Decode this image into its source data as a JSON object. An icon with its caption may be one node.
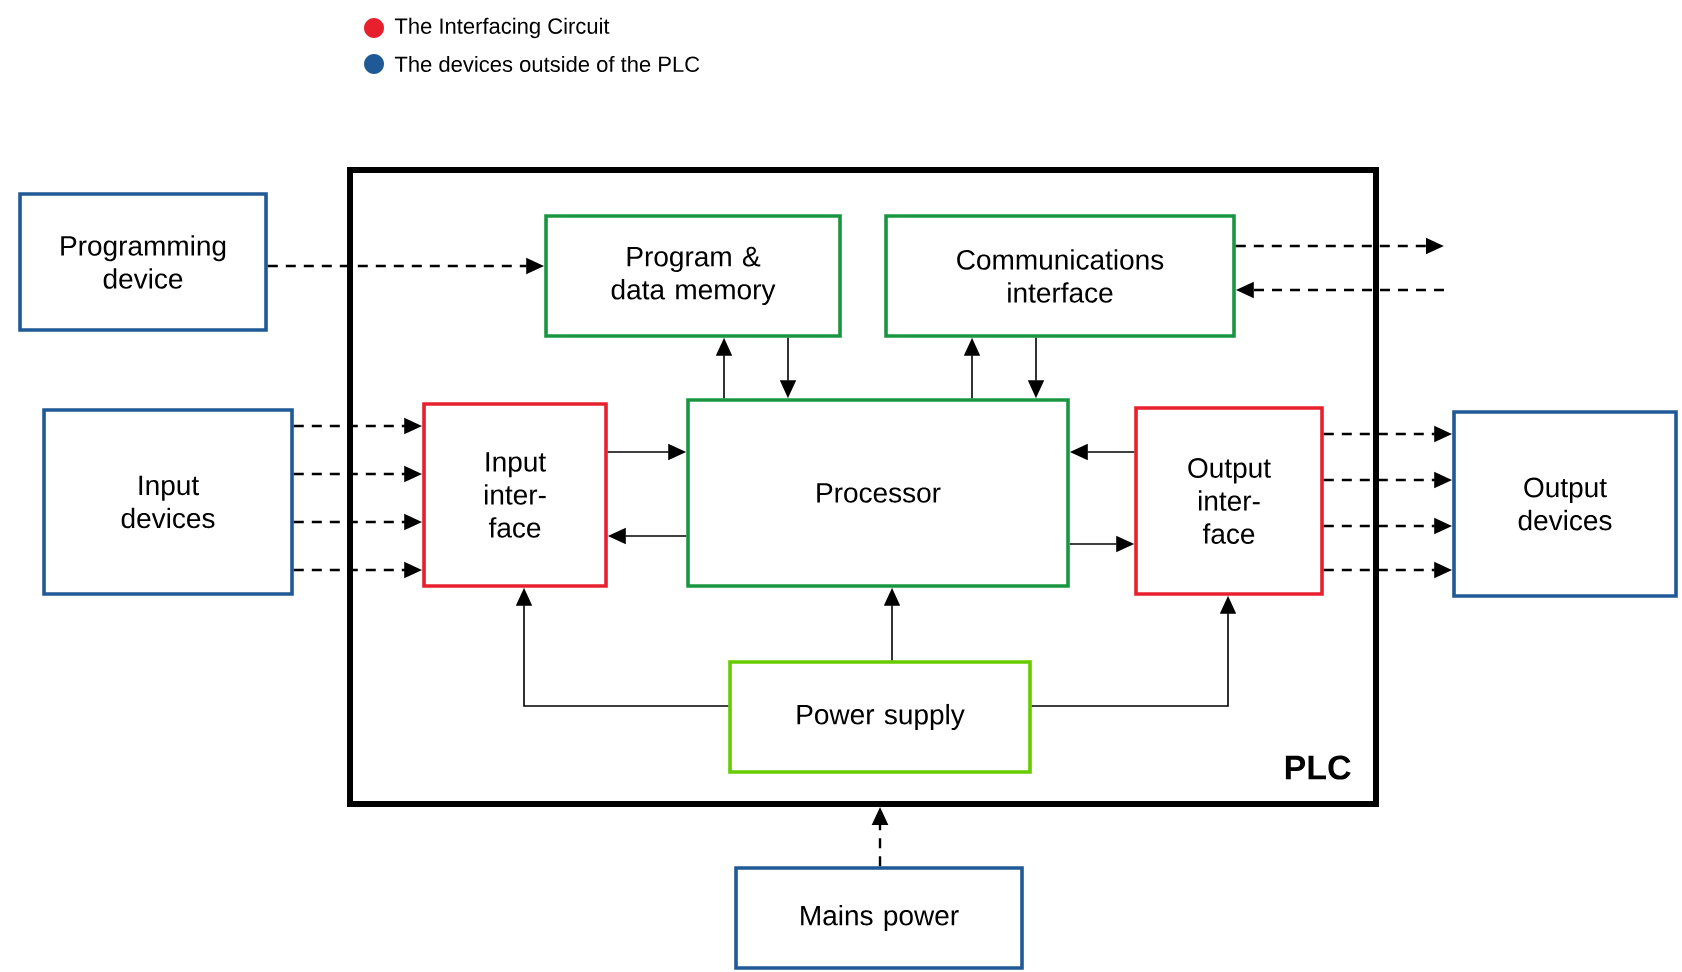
{
  "diagram": {
    "nodes": [
      {
        "text": [
          "PLC"
        ]
      },
      {
        "text": [
          "Programming device"
        ]
      },
      {
        "text": [
          "Program & data memory"
        ],
        "in": 0
      },
      {
        "text": [
          "Communications interface"
        ],
        "in": 0
      },
      {
        "text": [
          "Input devices"
        ]
      },
      {
        "text": [
          "Input inter- face"
        ],
        "in": 0
      },
      {
        "text": [
          "Processor"
        ],
        "in": 0
      },
      {
        "text": [
          "Output inter- face"
        ],
        "in": 0
      },
      {
        "text": [
          "Output devices"
        ]
      },
      {
        "text": [
          "Power supply"
        ],
        "in": 0
      },
      {
        "text": [
          "Mains power"
        ]
      }
    ],
    "edges": [
      {
        "from": 1,
        "to": 2,
        "arrow": "to",
        "style": "dashed"
      },
      {
        "from": 3,
        "to": null,
        "arrow": "to",
        "style": "dashed"
      },
      {
        "from": null,
        "to": 3,
        "arrow": "to",
        "style": "dashed"
      },
      {
        "from": 4,
        "to": 5,
        "arrow": "to",
        "style": "dashed"
      },
      {
        "from": 4,
        "to": 5,
        "arrow": "to",
        "style": "dashed"
      },
      {
        "from": 4,
        "to": 5,
        "arrow": "to",
        "style": "dashed"
      },
      {
        "from": 4,
        "to": 5,
        "arrow": "to",
        "style": "dashed"
      },
      {
        "from": 5,
        "to": 6,
        "arrow": "to"
      },
      {
        "from": 6,
        "to": 5,
        "arrow": "to"
      },
      {
        "from": 6,
        "to": 2,
        "arrow": "to"
      },
      {
        "from": 2,
        "to": 6,
        "arrow": "to"
      },
      {
        "from": 6,
        "to": 3,
        "arrow": "to"
      },
      {
        "from": 3,
        "to": 6,
        "arrow": "to"
      },
      {
        "from": 7,
        "to": 6,
        "arrow": "to"
      },
      {
        "from": 6,
        "to": 7,
        "arrow": "to"
      },
      {
        "from": 7,
        "to": 8,
        "arrow": "to",
        "style": "dashed"
      },
      {
        "from": 7,
        "to": 8,
        "arrow": "to",
        "style": "dashed"
      },
      {
        "from": 7,
        "to": 8,
        "arrow": "to",
        "style": "dashed"
      },
      {
        "from": 7,
        "to": 8,
        "arrow": "to",
        "style": "dashed"
      },
      {
        "from": 9,
        "to": 5,
        "arrow": "to"
      },
      {
        "from": 9,
        "to": 6,
        "arrow": "to"
      },
      {
        "from": 9,
        "to": 7,
        "arrow": "to"
      },
      {
        "from": 10,
        "to": 0,
        "arrow": "to",
        "style": "dashed"
      }
    ],
    "legend": [
      {
        "text": "The Interfacing Circuit",
        "color": "#e8202e"
      },
      {
        "text": "The devices outside of the PLC",
        "color": "#1f5a96"
      }
    ]
  }
}
